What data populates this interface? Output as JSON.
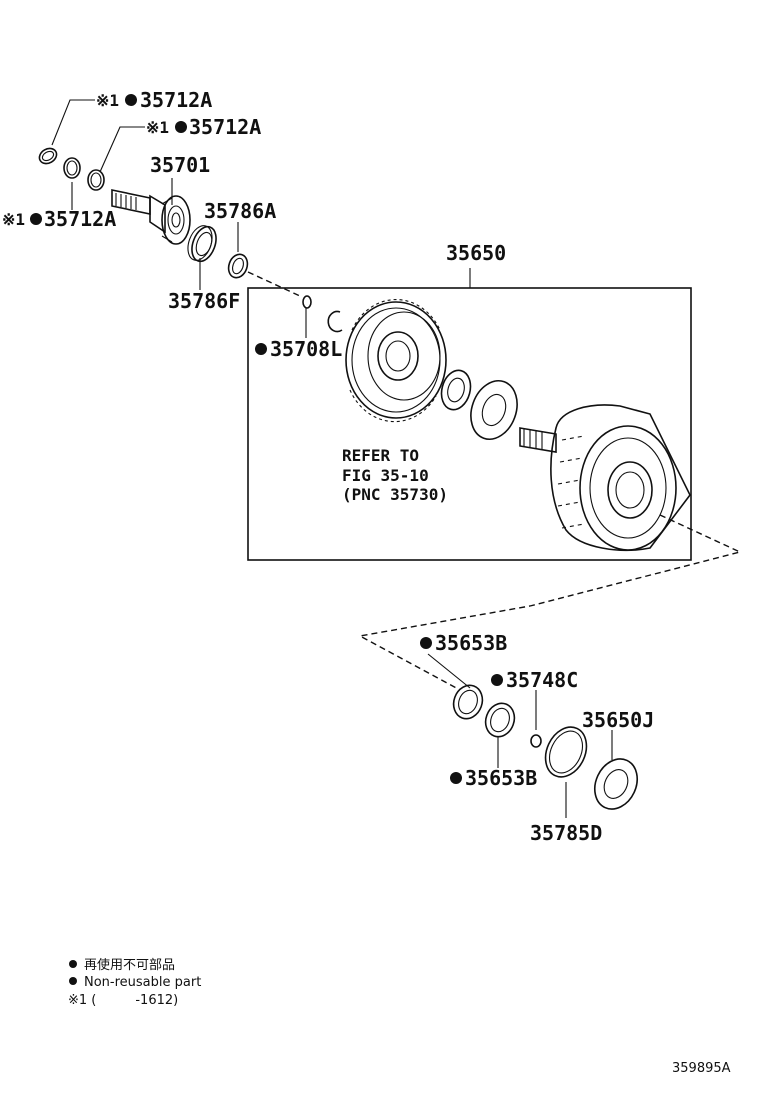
{
  "labels": {
    "p35712a_1": {
      "mark": "※1",
      "text": "35712A"
    },
    "p35712a_2": {
      "mark": "※1",
      "text": "35712A"
    },
    "p35712a_3": {
      "mark": "※1",
      "text": "35712A"
    },
    "p35701": "35701",
    "p35786a": "35786A",
    "p35786f": "35786F",
    "p35650": "35650",
    "p35708l": "35708L",
    "refer_lines": [
      "REFER TO",
      "FIG 35-10",
      "(PNC 35730)"
    ],
    "p35653b_top": "35653B",
    "p35748c": "35748C",
    "p35650j": "35650J",
    "p35653b_bottom": "35653B",
    "p35785d": "35785D"
  },
  "legend": {
    "line1": "再使用不可部品",
    "line2": "Non-reusable part",
    "line3": "※1 (　　　-1612)"
  },
  "figure_ref": "359895A"
}
